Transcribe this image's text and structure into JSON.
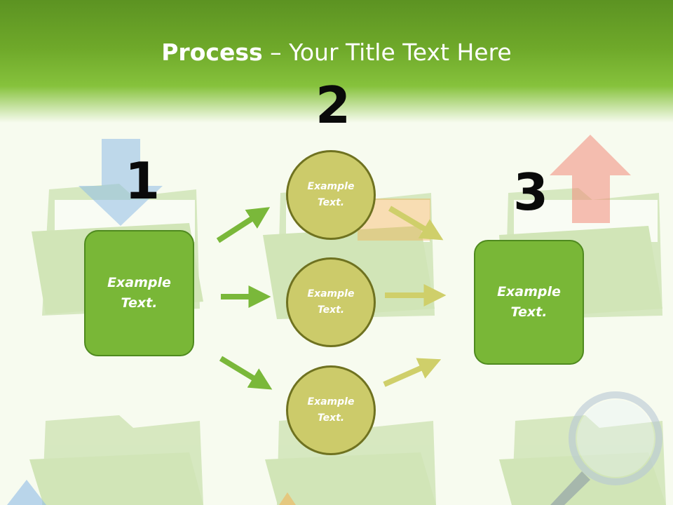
{
  "title": {
    "bold": "Process",
    "rest": " – Your Title Text Here"
  },
  "steps": {
    "one": {
      "number": "1",
      "label": "Example\nText."
    },
    "two": {
      "number": "2",
      "circles": [
        {
          "label": "Example\nText."
        },
        {
          "label": "Example\nText."
        },
        {
          "label": "Example\nText."
        }
      ]
    },
    "three": {
      "number": "3",
      "label": "Example\nText."
    }
  },
  "colors": {
    "green": "#79b737",
    "olive": "#cccb6a",
    "header": "#6fa92a",
    "arrow_left": "#7ab83a",
    "arrow_right": "#cfcf6a"
  },
  "icons": [
    "folder-icon",
    "download-arrow-icon",
    "upload-arrow-icon",
    "magnifier-icon"
  ]
}
